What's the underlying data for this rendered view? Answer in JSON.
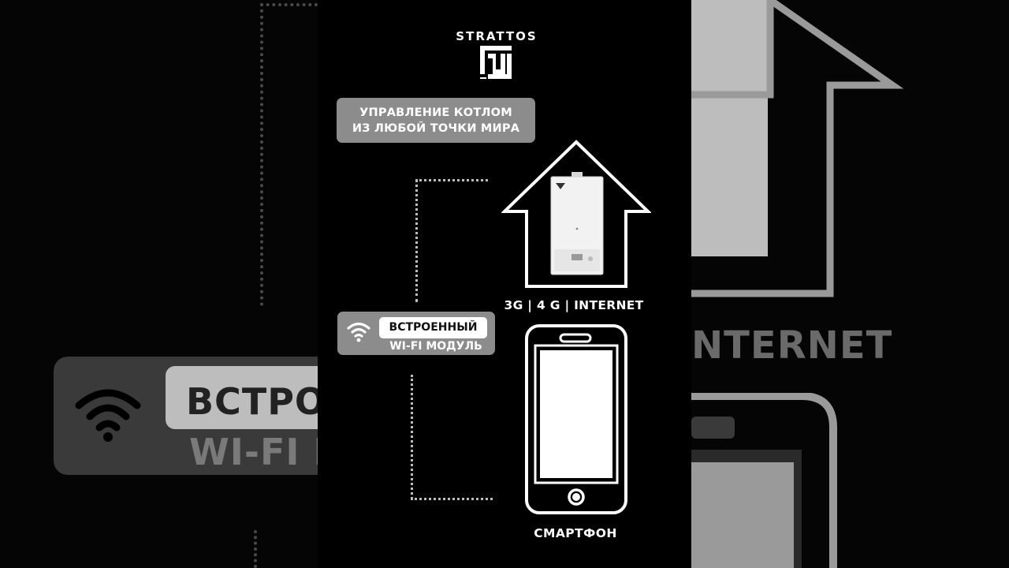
{
  "brand": {
    "name": "STRATTOS"
  },
  "feature": {
    "line1": "УПРАВЛЕНИЕ КОТЛОМ",
    "line2": "ИЗ ЛЮБОЙ ТОЧКИ МИРА"
  },
  "connection": {
    "label": "3G | 4 G | INTERNET"
  },
  "wifi_module": {
    "line1": "ВСТРОЕННЫЙ",
    "line2": "WI-FI МОДУЛЬ"
  },
  "phone": {
    "label": "СМАРТФОН"
  },
  "background": {
    "left_line1": "ВСТРОЕ",
    "left_line2": "WI-FI М",
    "right_text": "NTERNET"
  },
  "icons": {
    "wifi": "wifi-icon",
    "logo": "strattos-logo",
    "house": "house-outline-icon",
    "boiler": "boiler-image",
    "smartphone": "smartphone-icon"
  },
  "colors": {
    "background": "#000000",
    "card": "#8c8c8c",
    "text": "#ffffff",
    "dotted_line": "#bdbdbd"
  }
}
